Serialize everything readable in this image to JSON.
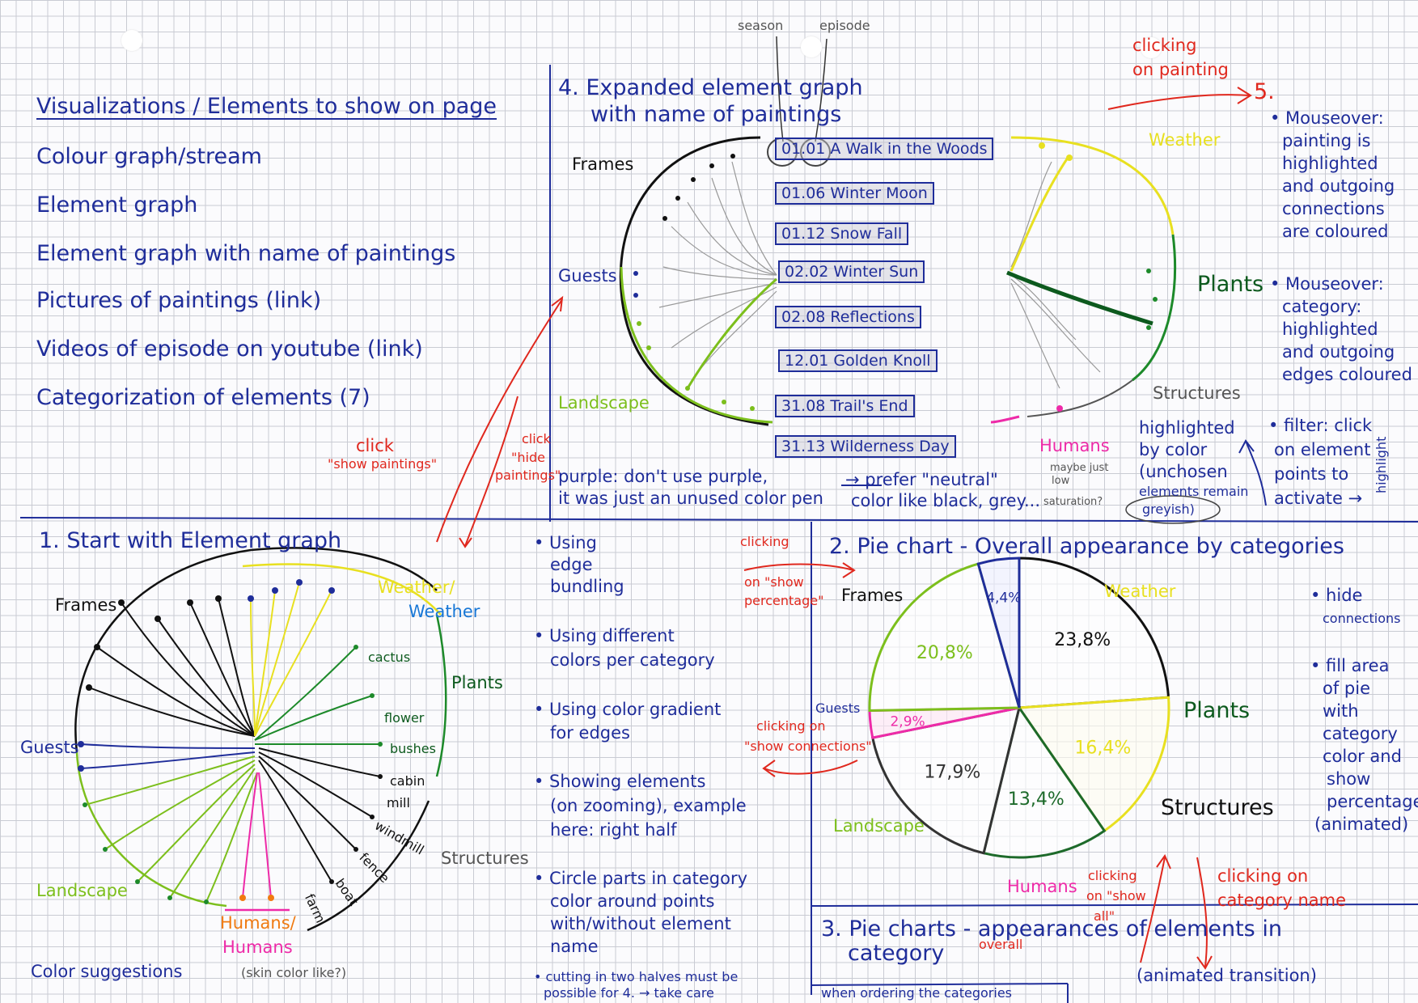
{
  "top_labels": {
    "season": "season",
    "episode": "episode"
  },
  "elements_list": {
    "title": "Visualizations / Elements to show on page",
    "items": [
      "Colour graph/stream",
      "Element graph",
      "Element graph with name of paintings",
      "Pictures of paintings (link)",
      "Videos of episode on youtube (link)",
      "Categorization of elements (7)"
    ]
  },
  "section4": {
    "title_line1": "4. Expanded element graph",
    "title_line2": "with name of paintings",
    "categories": {
      "frames": "Frames",
      "guests": "Guests",
      "landscape": "Landscape",
      "weather": "Weather",
      "plants": "Plants",
      "structures": "Structures",
      "humans": "Humans"
    },
    "paintings": [
      "01.01 A Walk in the Woods",
      "01.06 Winter Moon",
      "01.12 Snow Fall",
      "02.02 Winter Sun",
      "02.08 Reflections",
      "12.01 Golden Knoll",
      "31.08 Trail's End",
      "31.13 Wilderness Day"
    ],
    "purple_note_line1": "purple: don't use purple,",
    "purple_note_line2": "it was just an unused color pen",
    "neutral_note_line1": "→ prefer \"neutral\"",
    "neutral_note_line2": "color like black, grey...",
    "saturation_note": [
      "maybe just",
      "low",
      "saturation?"
    ],
    "highlight_note": [
      "highlighted",
      "by color",
      "(unchosen",
      "elements remain",
      "greyish)"
    ],
    "clicking_painting": [
      "clicking",
      "on painting"
    ],
    "step5": "5.",
    "mouseover1": [
      "• Mouseover:",
      "painting is",
      "highlighted",
      "and outgoing",
      "connections",
      "are coloured"
    ],
    "mouseover2": [
      "• Mouseover:",
      "category:",
      "highlighted",
      "and outgoing",
      "edges coloured"
    ],
    "filter": [
      "• filter: click",
      "on element",
      "points to",
      "activate →"
    ],
    "side_text": "highlight"
  },
  "clicks": {
    "show_paintings": [
      "click",
      "\"show paintings\""
    ],
    "hide_paintings": [
      "click",
      "\"hide",
      "paintings\""
    ]
  },
  "section1": {
    "title": "1. Start with Element graph",
    "frames": "Frames",
    "weather1": "Weather/",
    "weather2": "Weather",
    "plants": "Plants",
    "guests": "Guests",
    "landscape": "Landscape",
    "structures": "Structures",
    "humans1": "Humans/",
    "humans2": "Humans",
    "leaf_labels": [
      "cactus",
      "flower",
      "bushes",
      "cabin",
      "mill",
      "windmill",
      "fence",
      "boat",
      "farm"
    ],
    "color_suggestions": "Color suggestions",
    "skin_note": "(skin color like?)"
  },
  "bullets": {
    "items": [
      [
        "• Using",
        "edge",
        "bundling"
      ],
      [
        "• Using different",
        "colors per category"
      ],
      [
        "• Using color gradient",
        "for edges"
      ],
      [
        "• Showing elements",
        "(on zooming), example",
        "here: right half"
      ],
      [
        "• Circle parts in category",
        "color around points",
        "with/without element",
        "name"
      ],
      [
        "• cutting in two halves must be",
        "possible for 4. → take care",
        "when ordering the categories"
      ]
    ]
  },
  "clicking_notes": {
    "show_percentage": [
      "clicking",
      "on \"show",
      "percentage\""
    ],
    "show_connections": [
      "clicking on",
      "\"show connections\""
    ],
    "show_all": [
      "clicking",
      "on \"show",
      "all\""
    ],
    "category_name": [
      "clicking on",
      "category name"
    ],
    "animated": "(animated transition)"
  },
  "section2": {
    "title": "2. Pie chart - Overall appearance by categories",
    "labels": {
      "frames": "Frames",
      "weather": "Weather",
      "plants": "Plants",
      "structures": "Structures",
      "humans": "Humans",
      "landscape": "Landscape",
      "guests": "Guests"
    },
    "side_notes": [
      "• hide",
      "connections",
      "• fill area",
      "of pie",
      "with",
      "category",
      "color and",
      "show",
      "percentage",
      "(animated)"
    ]
  },
  "section3": {
    "title_line1": "3. Pie charts - appearances of elements in",
    "title_line2": "category",
    "overall": "overall"
  },
  "chart_data": {
    "type": "pie",
    "categories": [
      "Frames",
      "Weather",
      "Plants",
      "Structures",
      "Humans",
      "Landscape",
      "Guests"
    ],
    "values": [
      23.8,
      16.4,
      13.4,
      17.9,
      2.9,
      20.8,
      4.4
    ],
    "labels": [
      "23,8%",
      "16,4%",
      "13,4%",
      "17,9%",
      "2,9%",
      "20,8%",
      "4,4%"
    ],
    "colors": [
      "#111111",
      "#e8e020",
      "#1d6a2a",
      "#333333",
      "#ee2aa8",
      "#7cbf1c",
      "#1f2d9a"
    ]
  }
}
